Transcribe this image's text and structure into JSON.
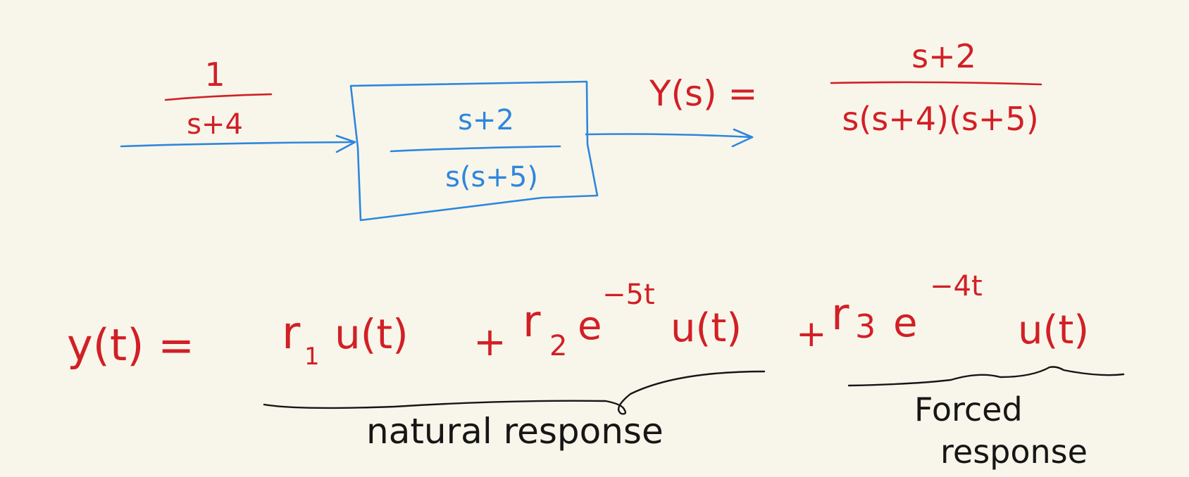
{
  "colors": {
    "background": "#f8f6ea",
    "blue_ink": "#2e86de",
    "red_ink": "#d21f26",
    "black_ink": "#161616"
  },
  "input": {
    "numerator": "1",
    "denominator": "s+4"
  },
  "block": {
    "numerator": "s+2",
    "denominator": "s(s+5)"
  },
  "output_tf": {
    "lhs": "Y(s) =",
    "numerator": "s+2",
    "denominator": "s(s+4)(s+5)"
  },
  "time_response": {
    "lhs": "y(t) =",
    "term1_coeff": "r",
    "term1_sub": "1",
    "term1_body": "u(t)",
    "plus1": "+",
    "term2_coeff": "r",
    "term2_sub": "2",
    "term2_base": "e",
    "term2_exp": "−5t",
    "term2_body": "u(t)",
    "plus2": "+",
    "term3_coeff": "r",
    "term3_sub": "3",
    "term3_base": "e",
    "term3_exp": "−4t",
    "term3_body": "u(t)"
  },
  "labels": {
    "natural": "natural response",
    "forced_line1": "Forced",
    "forced_line2": "response"
  }
}
